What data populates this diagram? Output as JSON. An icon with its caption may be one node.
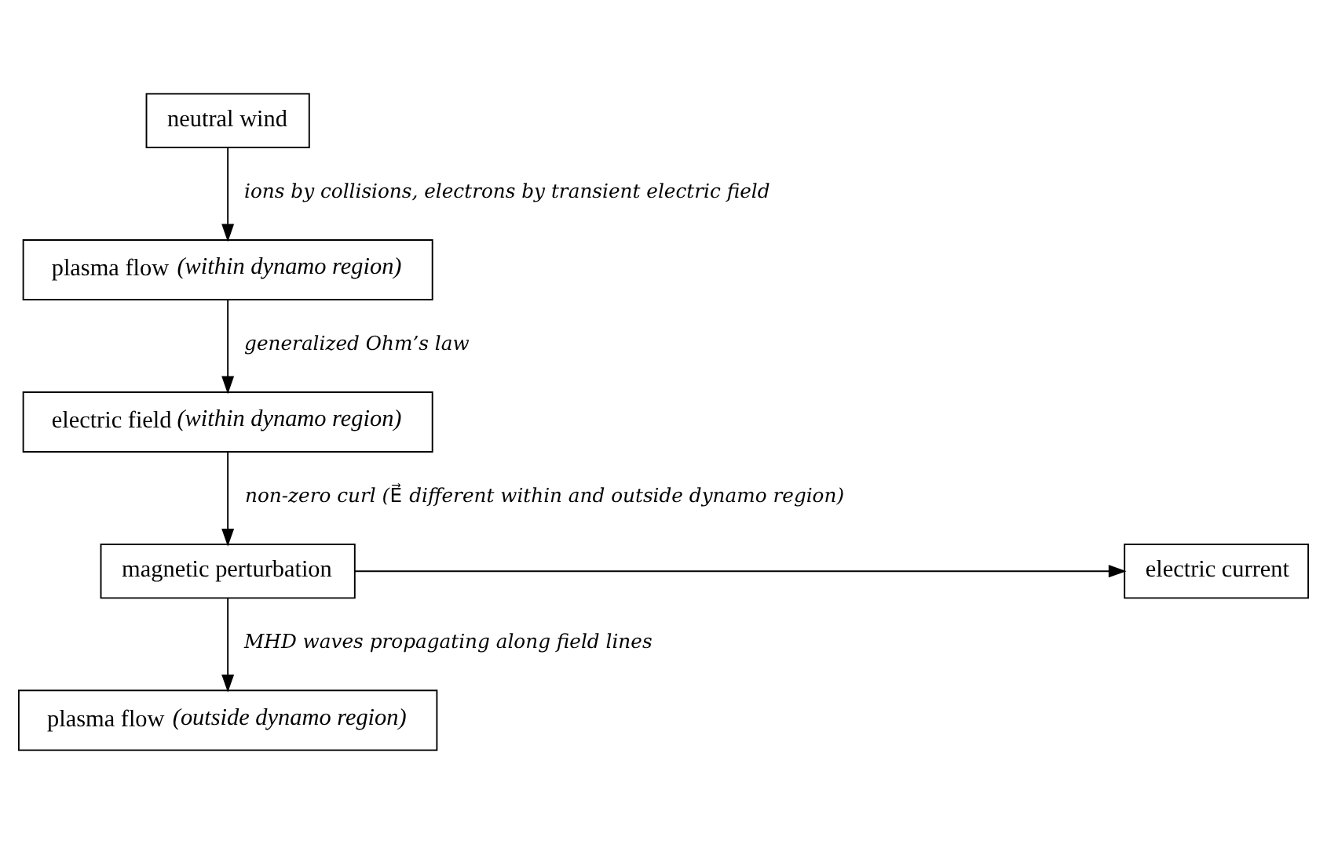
{
  "diagram": {
    "nodes": [
      {
        "text": [
          "neutral wind"
        ]
      },
      {
        "text": [
          "plasma flow *(within dynamo region)*"
        ]
      },
      {
        "text": [
          "electric field *(within dynamo region)*"
        ]
      },
      {
        "text": [
          "magnetic perturbation"
        ]
      },
      {
        "text": [
          "electric current"
        ]
      },
      {
        "text": [
          "plasma flow *(outside dynamo region)*"
        ]
      }
    ],
    "edges": [
      {
        "from": 0,
        "to": 1,
        "arrow": "to",
        "label": "ions by collisions, electrons by transient electric field"
      },
      {
        "from": 1,
        "to": 2,
        "arrow": "to",
        "label": "generalized Ohm’s law"
      },
      {
        "from": 2,
        "to": 3,
        "arrow": "to",
        "label": "non-zero curl (E⃗ different within and outside dynamo region)"
      },
      {
        "from": 3,
        "to": 4,
        "arrow": "to"
      },
      {
        "from": 3,
        "to": 5,
        "arrow": "to",
        "label": "MHD waves propagating along field lines"
      }
    ]
  }
}
